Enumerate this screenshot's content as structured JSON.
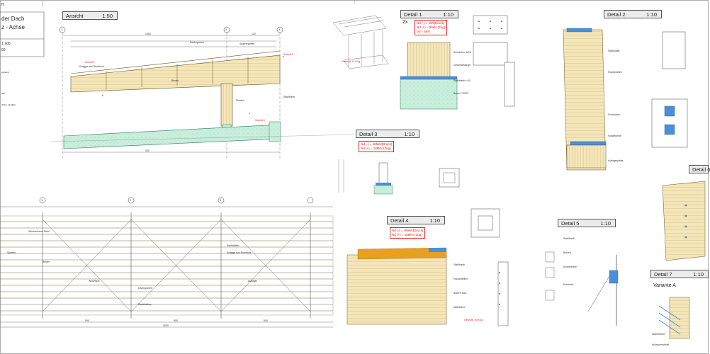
{
  "title_block": {
    "line0": "n",
    "line1": "der Dach",
    "line2": "z - Achse",
    "scale1": "1:100",
    "scale2": "50",
    "notes": [
      "…",
      "verleimt",
      "…",
      "hölz",
      "…",
      "rhöhe: Qualität",
      "…"
    ]
  },
  "views": {
    "ansicht": {
      "label": "Ansicht",
      "scale": "1:50"
    },
    "detail1": {
      "label": "Detail 1",
      "scale": "1:10",
      "count": "2x",
      "forces": [
        "Nd (-) = 1kN(Druck)",
        "Nd (+) = 98kN (Zug)",
        "Vd = 5kN"
      ],
      "weight": "Gewicht: 14,6 kg"
    },
    "detail2": {
      "label": "Detail 2",
      "scale": "1:10"
    },
    "detail3": {
      "label": "Detail 3",
      "scale": "1:10",
      "forces": [
        "Nd (-) = 465kN(Druck)",
        "Nd (+) = 188kN (Zug)"
      ]
    },
    "detail4": {
      "label": "Detail 4",
      "scale": "1:10",
      "forces": [
        "Nd (-) = 465kN(Druck)",
        "Nd (+) = 188kN (Zug)"
      ],
      "weight": "Gewicht: 29,8 kg"
    },
    "detail5": {
      "label": "Detail 5",
      "scale": "1:10"
    },
    "detail6": {
      "label": "Detail 6"
    },
    "detail7": {
      "label": "Detail 7",
      "scale": "1:10",
      "variant": "Variante A"
    }
  },
  "axes": {
    "markers": [
      "1",
      "2",
      "3"
    ]
  },
  "dimensions": {
    "span_a": "1000",
    "span_b": "120",
    "span_c": "400",
    "bottom_a": "500",
    "bottom_b": "500",
    "bottom_c": "500",
    "total": "3600"
  },
  "annotations": {
    "ansicht": [
      "Dachsparren",
      "Sparrenpfette",
      "Knagge aus Rundholz",
      "Binder",
      "Pfosten",
      "Stahlblech",
      "Schnitt 1",
      "Schnitt 2",
      "Schnitt 3"
    ],
    "plan": [
      "Windverband Stahl",
      "Binder",
      "Kehlbalken",
      "Auflager",
      "Windrispe",
      "Sparren",
      "Randbalken",
      "Dachsparren",
      "Knagge aus Rundholz"
    ],
    "detail1": [
      "Schrauben M16",
      "Gewindestange",
      "Stahlblech t=10",
      "Beton C30/37"
    ],
    "detail2": [
      "Stahlplatte",
      "Holzlamellen",
      "Schrauben",
      "Vollgewinde",
      "Auflagerplatte"
    ],
    "detail4": [
      "Stahlblech",
      "Holzlamellen",
      "Bolzen M20",
      "Stabdübel"
    ],
    "detail5": [
      "Stahlblech",
      "Bolzen",
      "Knotenblech",
      "Rundrohr"
    ],
    "detail7": [
      "Stahlbleche",
      "Holzquerschnitt"
    ]
  }
}
